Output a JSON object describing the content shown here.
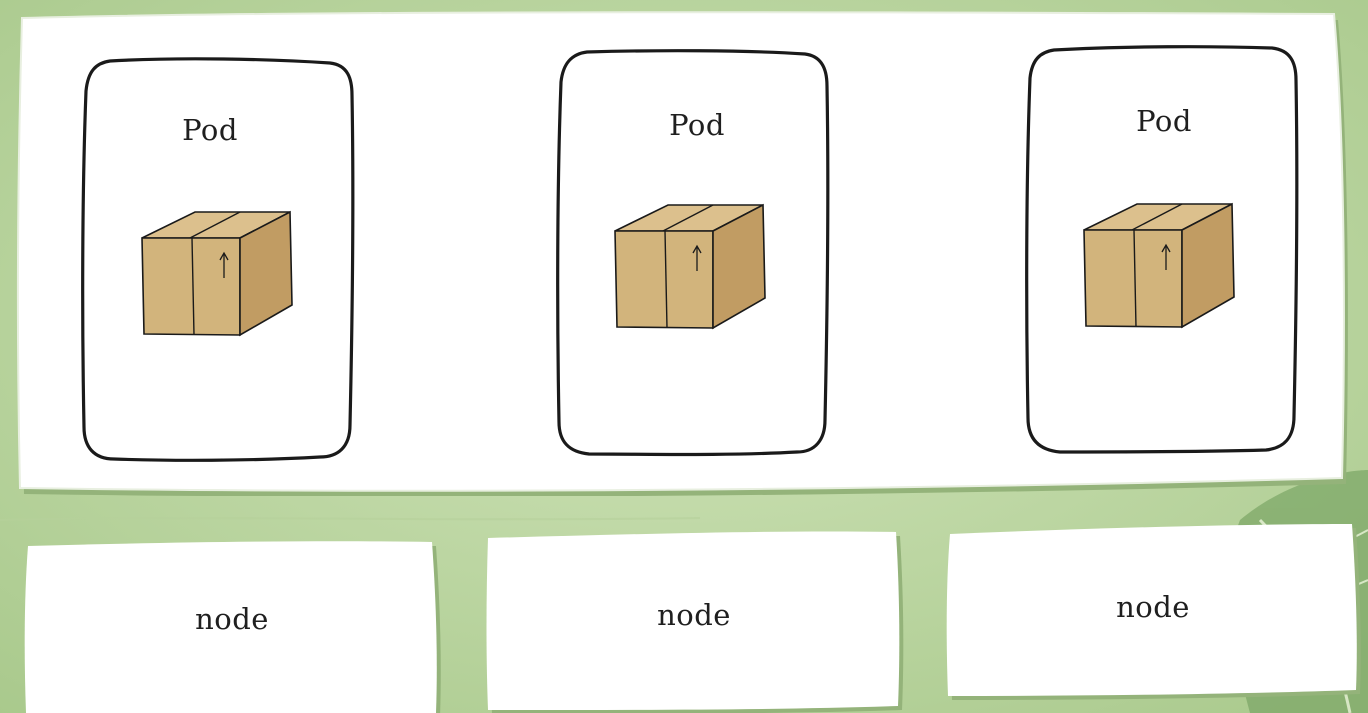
{
  "colors": {
    "background": "#c3dba8",
    "panel": "#ffffff",
    "panel_shadow": "#94b37a",
    "outline": "#1a1a1a",
    "box_front": "#d2b47c",
    "box_side": "#c19c63",
    "box_top": "#dcc08d",
    "leaf": "#6f9a5c"
  },
  "pods": [
    {
      "label": "Pod",
      "icon": "cardboard-box-icon"
    },
    {
      "label": "Pod",
      "icon": "cardboard-box-icon"
    },
    {
      "label": "Pod",
      "icon": "cardboard-box-icon"
    }
  ],
  "nodes": [
    {
      "label": "node"
    },
    {
      "label": "node"
    },
    {
      "label": "node"
    }
  ]
}
